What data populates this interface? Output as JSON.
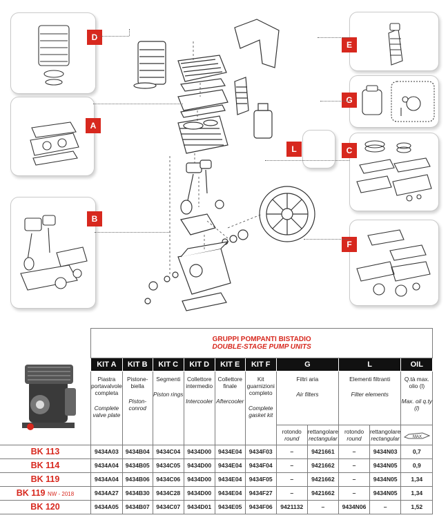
{
  "callouts": {
    "D": "D",
    "A": "A",
    "B": "B",
    "E": "E",
    "G": "G",
    "C": "C",
    "F": "F",
    "L": "L"
  },
  "table": {
    "title_it": "GRUPPI POMPANTI BISTADIO",
    "title_en": "DOUBLE-STAGE PUMP UNITS",
    "kits": [
      "KIT A",
      "KIT B",
      "KIT C",
      "KIT D",
      "KIT E",
      "KIT F",
      "G",
      "L",
      "OIL"
    ],
    "desc": [
      {
        "it": "Piastra portavalvole completa",
        "en": "Complete valve plate"
      },
      {
        "it": "Pistone-biella",
        "en": "Piston-conrod"
      },
      {
        "it": "Segmenti",
        "en": "Piston rings"
      },
      {
        "it": "Collettore intermedio",
        "en": "Intercooler"
      },
      {
        "it": "Collettore finale",
        "en": "Aftercooler"
      },
      {
        "it": "Kit guarnizioni completo",
        "en": "Complete gasket kit"
      },
      {
        "it": "Filtri aria",
        "en": "Air filters"
      },
      {
        "it": "Elementi filtranti",
        "en": "Filter elements"
      },
      {
        "it": "Q.tà max. olio (l)",
        "en": "Max. oil q.ty (l)"
      }
    ],
    "sub": {
      "g_round_it": "rotondo",
      "g_round_en": "round",
      "g_rect_it": "rettangolare",
      "g_rect_en": "rectangular",
      "l_round_it": "rotondo",
      "l_round_en": "round",
      "l_rect_it": "rettangolare",
      "l_rect_en": "rectangular",
      "oil_gauge": "MAX"
    },
    "rows": [
      {
        "model": "BK 113",
        "nw": "",
        "a": "9434A03",
        "b": "9434B04",
        "c": "9434C04",
        "d": "9434D00",
        "e": "9434E04",
        "f": "9434F03",
        "g1": "–",
        "g2": "9421661",
        "l1": "–",
        "l2": "9434N03",
        "oil": "0,7"
      },
      {
        "model": "BK 114",
        "nw": "",
        "a": "9434A04",
        "b": "9434B05",
        "c": "9434C05",
        "d": "9434D00",
        "e": "9434E04",
        "f": "9434F04",
        "g1": "–",
        "g2": "9421662",
        "l1": "–",
        "l2": "9434N05",
        "oil": "0,9"
      },
      {
        "model": "BK 119",
        "nw": "",
        "a": "9434A04",
        "b": "9434B06",
        "c": "9434C06",
        "d": "9434D00",
        "e": "9434E04",
        "f": "9434F05",
        "g1": "–",
        "g2": "9421662",
        "l1": "–",
        "l2": "9434N05",
        "oil": "1,34"
      },
      {
        "model": "BK 119",
        "nw": "NW - 2018",
        "a": "9434A27",
        "b": "9434B30",
        "c": "9434C28",
        "d": "9434D00",
        "e": "9434E04",
        "f": "9434F27",
        "g1": "–",
        "g2": "9421662",
        "l1": "–",
        "l2": "9434N05",
        "oil": "1,34"
      },
      {
        "model": "BK 120",
        "nw": "",
        "a": "9434A05",
        "b": "9434B07",
        "c": "9434C07",
        "d": "9434D01",
        "e": "9434E05",
        "f": "9434F06",
        "g1": "9421132",
        "g2": "–",
        "l1": "9434N06",
        "l2": "–",
        "oil": "1,52"
      }
    ]
  }
}
